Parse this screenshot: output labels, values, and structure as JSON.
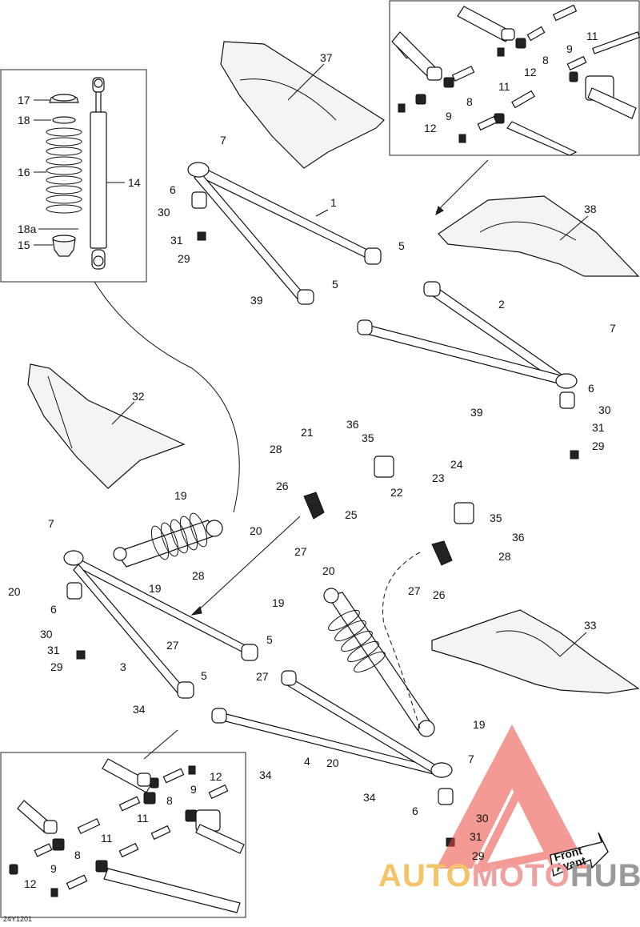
{
  "diagram_code": "24Y1201",
  "watermark": {
    "part1": "AUTO",
    "part2": "MOTO",
    "part3": "HUB",
    "colors": {
      "auto": "#f4c36a",
      "moto": "#f0a0a0",
      "hub": "#9a9a9a",
      "logo": "#e8483c"
    }
  },
  "front_badge": {
    "line1": "Front",
    "line2": "Avant"
  },
  "callouts": {
    "c1": "1",
    "c2": "2",
    "c3": "3",
    "c4": "4",
    "c5a": "5",
    "c5b": "5",
    "c5c": "5",
    "c5d": "5",
    "c6a": "6",
    "c6b": "6",
    "c6c": "6",
    "c6d": "6",
    "c7a": "7",
    "c7b": "7",
    "c7c": "7",
    "c7d": "7",
    "c8a": "8",
    "c8b": "8",
    "c8c": "8",
    "c8d": "8",
    "c9a": "9",
    "c9b": "9",
    "c9c": "9",
    "c9d": "9",
    "c11a": "11",
    "c11b": "11",
    "c11c": "11",
    "c11d": "11",
    "c12a": "12",
    "c12b": "12",
    "c12c": "12",
    "c12d": "12",
    "c14": "14",
    "c15": "15",
    "c16": "16",
    "c17": "17",
    "c18": "18",
    "c18a": "18a",
    "c19a": "19",
    "c19b": "19",
    "c19c": "19",
    "c19d": "19",
    "c20a": "20",
    "c20b": "20",
    "c20c": "20",
    "c20d": "20",
    "c21": "21",
    "c22": "22",
    "c23": "23",
    "c24": "24",
    "c25": "25",
    "c26a": "26",
    "c26b": "26",
    "c27a": "27",
    "c27b": "27",
    "c27c": "27",
    "c27d": "27",
    "c28a": "28",
    "c28b": "28",
    "c28c": "28",
    "c29a": "29",
    "c29b": "29",
    "c29c": "29",
    "c29d": "29",
    "c30a": "30",
    "c30b": "30",
    "c30c": "30",
    "c30d": "30",
    "c31a": "31",
    "c31b": "31",
    "c31c": "31",
    "c31d": "31",
    "c32": "32",
    "c33": "33",
    "c34a": "34",
    "c34b": "34",
    "c34c": "34",
    "c35a": "35",
    "c35b": "35",
    "c36a": "36",
    "c36b": "36",
    "c37": "37",
    "c38": "38",
    "c39a": "39",
    "c39b": "39"
  }
}
